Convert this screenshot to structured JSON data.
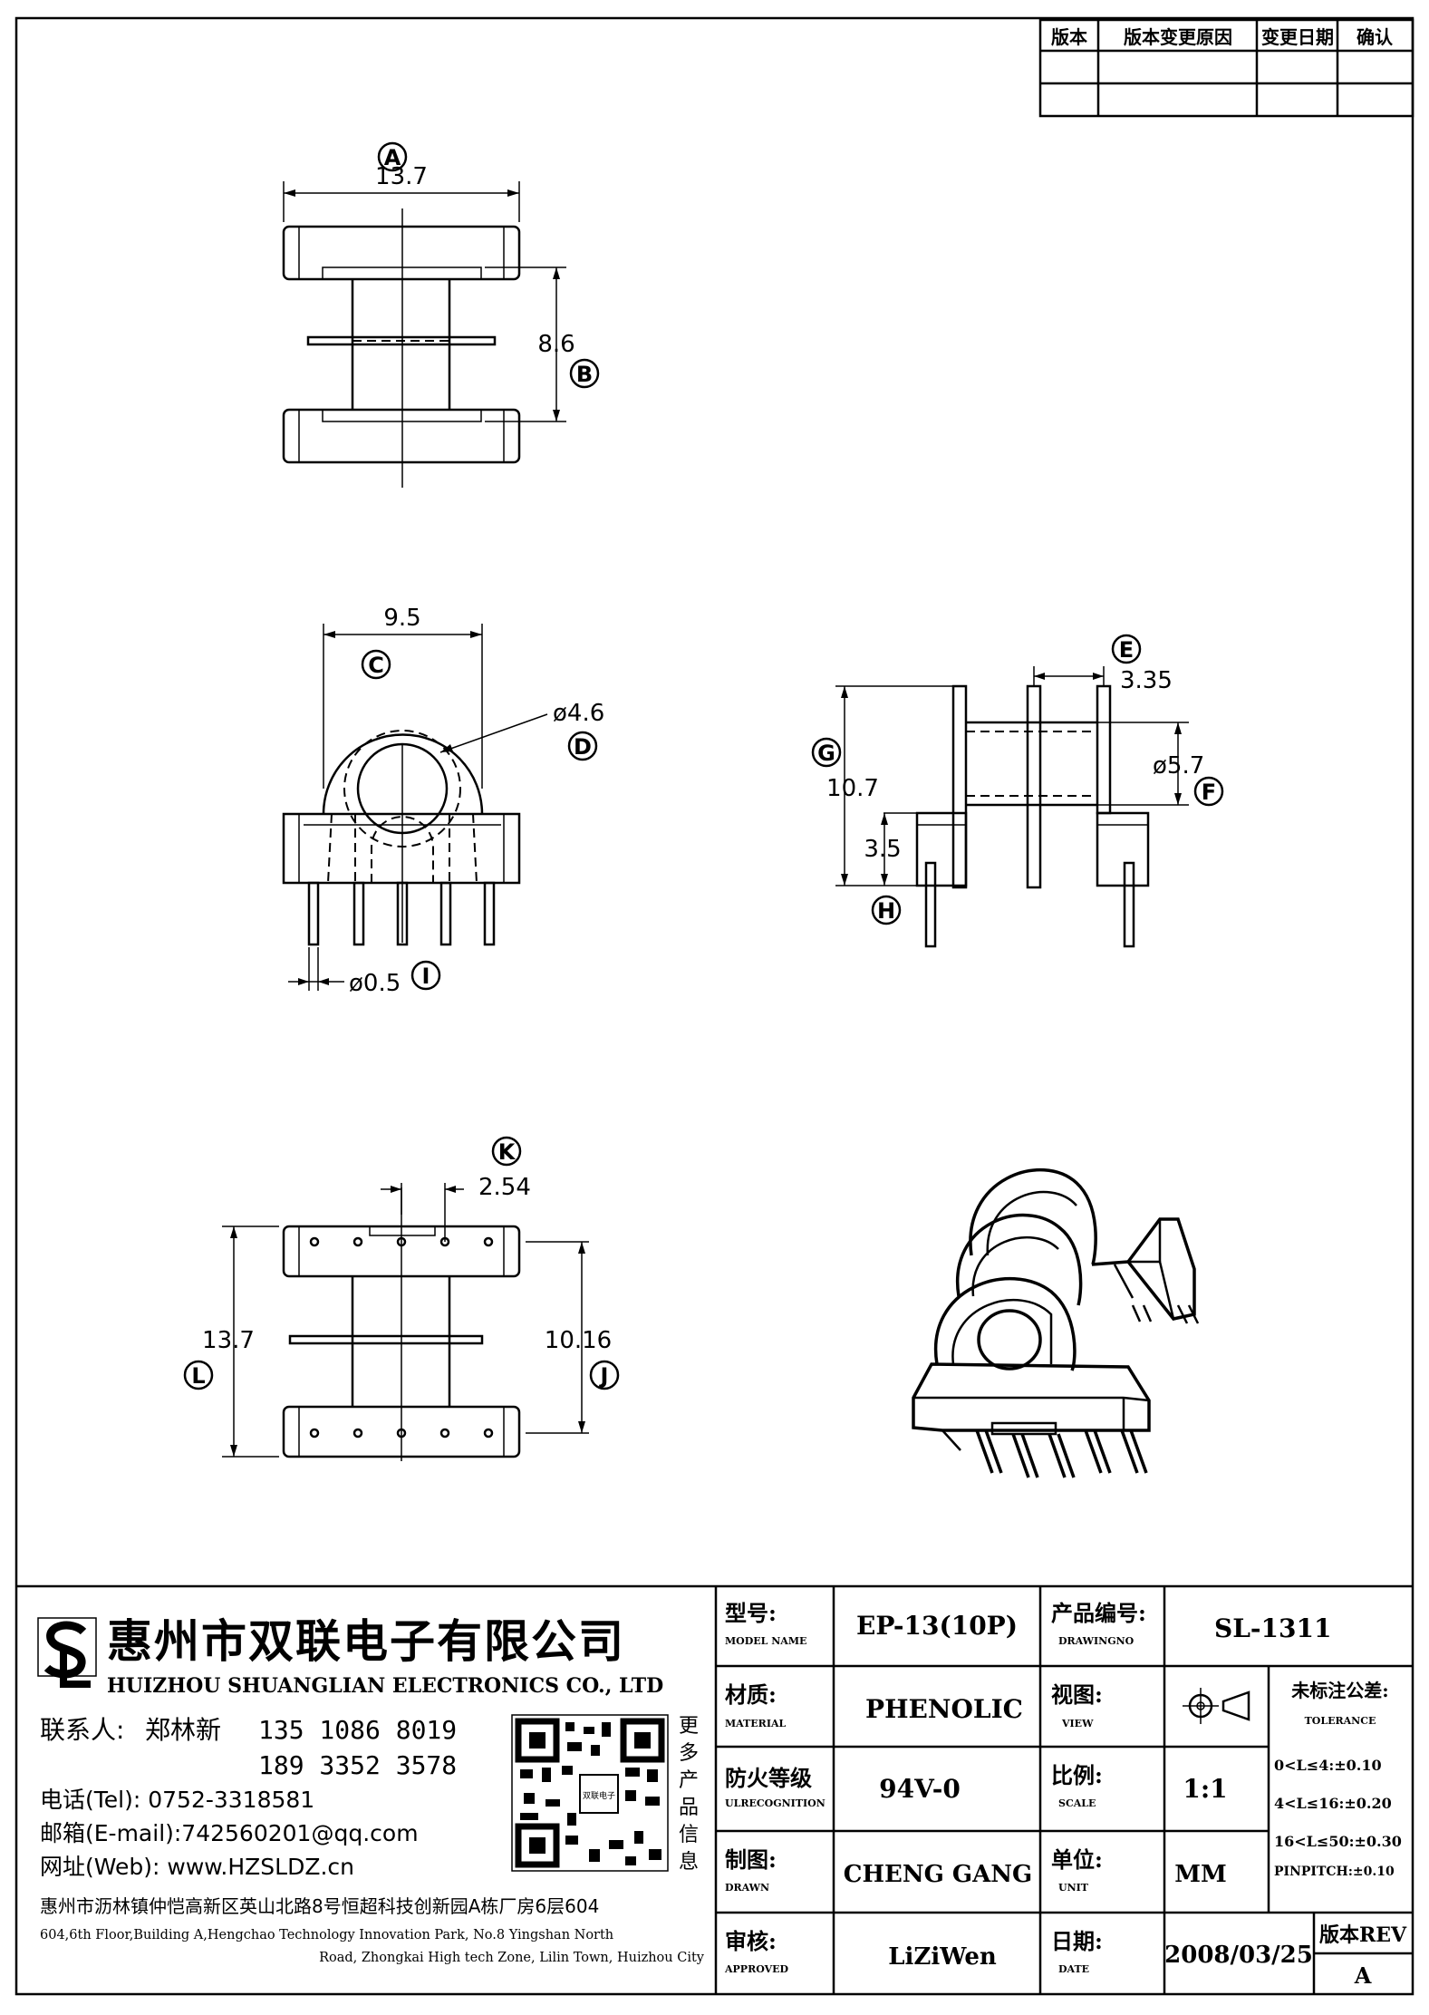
{
  "revision_table": {
    "headers": [
      "版本",
      "版本变更原因",
      "变更日期",
      "确认"
    ]
  },
  "dims": {
    "A": "A",
    "B": "B",
    "C": "C",
    "D": "D",
    "E": "E",
    "F": "F",
    "G": "G",
    "H": "H",
    "I": "I",
    "J": "J",
    "K": "K",
    "L": "L",
    "a_val": "13.7",
    "b_val": "8.6",
    "c_val": "9.5",
    "d_val": "ø4.6",
    "e_val": "3.35",
    "f_val": "ø5.7",
    "g_val": "10.7",
    "h_val": "3.5",
    "i_val": "ø0.5",
    "k_val": "2.54",
    "l_val": "13.7",
    "j_val": "10.16"
  },
  "company": {
    "name_cn": "惠州市双联电子有限公司",
    "name_en": "HUIZHOU SHUANGLIAN ELECTRONICS CO., LTD",
    "contact_label": "联系人:",
    "contact_name": "郑林新",
    "phone1": "135 1086 8019",
    "phone2": "189 3352 3578",
    "tel": "电话(Tel): 0752-3318581",
    "email": "邮箱(E-mail):742560201@qq.com",
    "web": "网址(Web): www.HZSLDZ.cn",
    "qr_caption": [
      "更",
      "多",
      "产",
      "品",
      "信",
      "息"
    ],
    "address_cn": "惠州市沥林镇仲恺高新区英山北路8号恒超科技创新园A栋厂房6层604",
    "address_en1": "604,6th Floor,Building A,Hengchao Technology Innovation Park, No.8 Yingshan North",
    "address_en2": "Road, Zhongkai High tech Zone, Lilin Town, Huizhou City"
  },
  "title_block": {
    "model_label": "型号:",
    "model_sub": "MODEL NAME",
    "model_value": "EP-13(10P)",
    "drawing_label": "产品编号:",
    "drawing_sub": "DRAWINGNO",
    "drawing_value": "SL-1311",
    "material_label": "材质:",
    "material_sub": "MATERIAL",
    "material_value": "PHENOLIC",
    "view_label": "视图:",
    "view_sub": "VIEW",
    "tol_label": "未标注公差:",
    "tol_sub": "TOLERANCE",
    "tol1": "0<L≤4:±0.10",
    "tol2": "4<L≤16:±0.20",
    "tol3": "16<L≤50:±0.30",
    "tol4": "PINPITCH:±0.10",
    "fire_label": "防火等级",
    "fire_sub": "ULRECOGNITION",
    "fire_value": "94V-0",
    "scale_label": "比例:",
    "scale_sub": "SCALE",
    "scale_value": "1:1",
    "drawn_label": "制图:",
    "drawn_sub": "DRAWN",
    "drawn_value": "CHENG GANG",
    "unit_label": "单位:",
    "unit_sub": "UNIT",
    "unit_value": "MM",
    "approved_label": "审核:",
    "approved_sub": "APPROVED",
    "approved_value": "LiZiWen",
    "date_label": "日期:",
    "date_sub": "DATE",
    "date_value": "2008/03/25",
    "rev_label": "版本REV",
    "rev_value": "A"
  }
}
